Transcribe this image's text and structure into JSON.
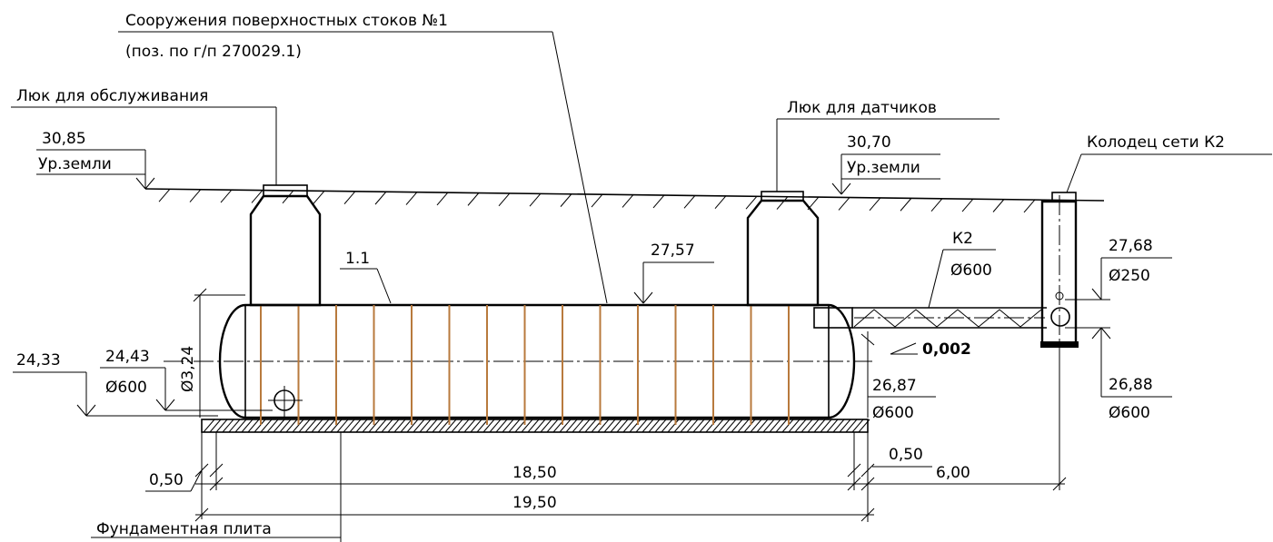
{
  "labels": {
    "structure_title": "Сооружения поверхностных стоков №1",
    "structure_ref": "(поз. по г/п 270029.1)",
    "hatch_service": "Люк для обслуживания",
    "hatch_sensors": "Люк для датчиков",
    "well": "Колодец сети К2",
    "position": "1.1",
    "network": "К2",
    "foundation": "Фундаментная плита",
    "slope": "0,002"
  },
  "elevations": {
    "ground_left_value": "30,85",
    "ground_left_text": "Ур.земли",
    "ground_right_value": "30,70",
    "ground_right_text": "Ур.земли",
    "tank_top": "27,57",
    "bottom_outer": "24,33",
    "inlet_left": "24,43",
    "inlet_left_dia": "Ø600",
    "pipe_right": "27,68",
    "pipe_right_dia": "Ø250",
    "outlet_tank": "26,87",
    "outlet_tank_dia": "Ø600",
    "well_inlet": "26,88",
    "well_inlet_dia": "Ø600",
    "pipe_k2_dia": "Ø600",
    "tank_diameter": "Ø3,24"
  },
  "dimensions": {
    "tank_length": "18,50",
    "slab_length": "19,50",
    "offset_left": "0,50",
    "offset_right": "0,50",
    "distance_well": "6,00"
  }
}
